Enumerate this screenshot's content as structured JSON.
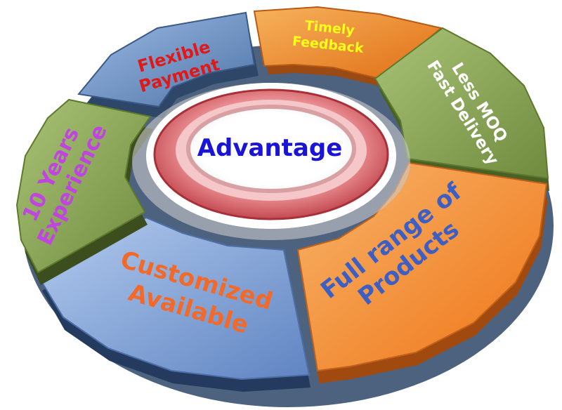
{
  "center": {
    "label": "Advantage"
  },
  "segments": [
    {
      "id": "flexible-payment",
      "lines": [
        "Flexible",
        "Payment"
      ],
      "fill": "#6f95c6",
      "text_color": "#e01818"
    },
    {
      "id": "timely-feedback",
      "lines": [
        "Timely",
        "Feedback"
      ],
      "fill": "#f0922e",
      "text_color": "#ffff1a"
    },
    {
      "id": "less-moq-fast-delivery",
      "lines": [
        "Less MOQ",
        "Fast Delivery"
      ],
      "fill": "#8faa58",
      "text_color": "#ffffff"
    },
    {
      "id": "full-range-of-products",
      "lines": [
        "Full range of",
        "Products"
      ],
      "fill": "#f28a2a",
      "text_color": "#3d5fc4"
    },
    {
      "id": "customized-available",
      "lines": [
        "Customized",
        "Available"
      ],
      "fill": "#82a6dc",
      "text_color": "#f26a2a"
    },
    {
      "id": "10-years-experience",
      "lines": [
        "10 Years",
        "Experience"
      ],
      "fill": "#8faa58",
      "text_color": "#c044e0"
    }
  ],
  "colors": {
    "center_text": "#1a14d6",
    "ring_outer": "#c8464e",
    "ring_inner": "#f2b3b6",
    "shadow": "#23395a"
  }
}
